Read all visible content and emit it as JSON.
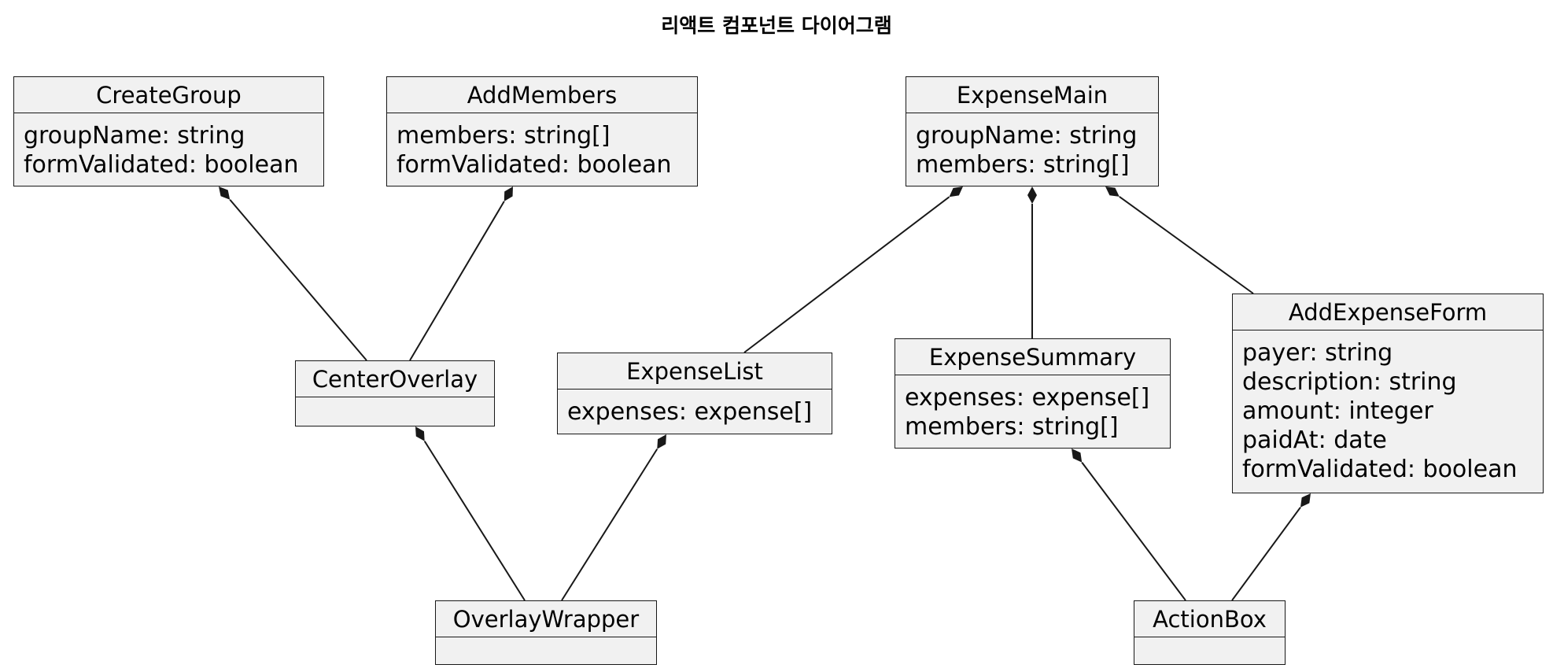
{
  "diagram": {
    "title": "리액트 컴포넌트 다이어그램",
    "classes": [
      {
        "id": "CreateGroup",
        "name": "CreateGroup",
        "attributes": [
          "groupName: string",
          "formValidated: boolean"
        ]
      },
      {
        "id": "AddMembers",
        "name": "AddMembers",
        "attributes": [
          "members: string[]",
          "formValidated: boolean"
        ]
      },
      {
        "id": "ExpenseMain",
        "name": "ExpenseMain",
        "attributes": [
          "groupName: string",
          "members: string[]"
        ]
      },
      {
        "id": "CenterOverlay",
        "name": "CenterOverlay",
        "attributes": []
      },
      {
        "id": "ExpenseList",
        "name": "ExpenseList",
        "attributes": [
          "expenses: expense[]"
        ]
      },
      {
        "id": "ExpenseSummary",
        "name": "ExpenseSummary",
        "attributes": [
          "expenses: expense[]",
          "members: string[]"
        ]
      },
      {
        "id": "AddExpenseForm",
        "name": "AddExpenseForm",
        "attributes": [
          "payer: string",
          "description: string",
          "amount: integer",
          "paidAt: date",
          "formValidated: boolean"
        ]
      },
      {
        "id": "OverlayWrapper",
        "name": "OverlayWrapper",
        "attributes": []
      },
      {
        "id": "ActionBox",
        "name": "ActionBox",
        "attributes": []
      }
    ],
    "relations": [
      {
        "whole": "CreateGroup",
        "part": "CenterOverlay",
        "type": "composition"
      },
      {
        "whole": "AddMembers",
        "part": "CenterOverlay",
        "type": "composition"
      },
      {
        "whole": "ExpenseMain",
        "part": "ExpenseList",
        "type": "composition"
      },
      {
        "whole": "ExpenseMain",
        "part": "ExpenseSummary",
        "type": "composition"
      },
      {
        "whole": "ExpenseMain",
        "part": "AddExpenseForm",
        "type": "composition"
      },
      {
        "whole": "CenterOverlay",
        "part": "OverlayWrapper",
        "type": "composition"
      },
      {
        "whole": "ExpenseList",
        "part": "OverlayWrapper",
        "type": "composition"
      },
      {
        "whole": "ExpenseSummary",
        "part": "ActionBox",
        "type": "composition"
      },
      {
        "whole": "AddExpenseForm",
        "part": "ActionBox",
        "type": "composition"
      }
    ],
    "colors": {
      "class_fill": "#f1f1f1",
      "border": "#181818",
      "line": "#181818",
      "background": "#ffffff"
    }
  }
}
